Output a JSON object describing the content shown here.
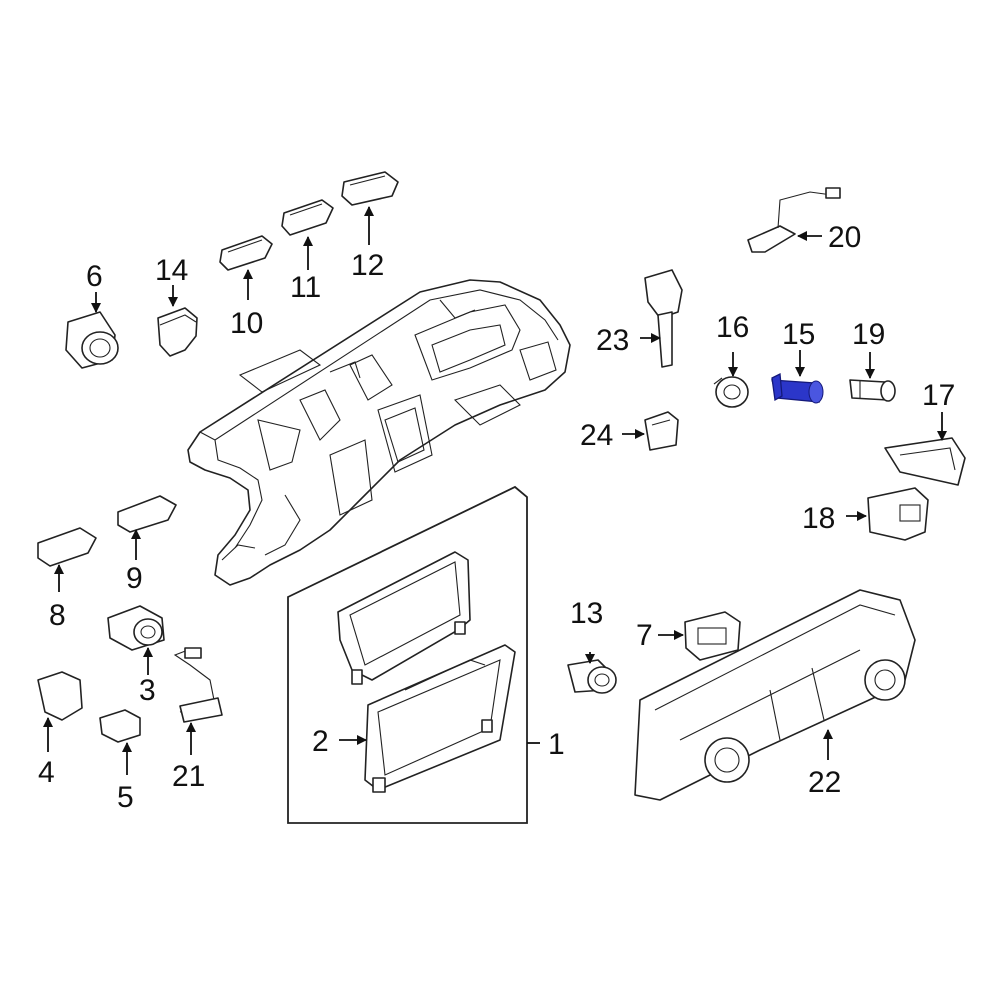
{
  "highlight_color": "#2b36c9",
  "callouts": {
    "c1": "1",
    "c2": "2",
    "c3": "3",
    "c4": "4",
    "c5": "5",
    "c6": "6",
    "c7": "7",
    "c8": "8",
    "c9": "9",
    "c10": "10",
    "c11": "11",
    "c12": "12",
    "c13": "13",
    "c14": "14",
    "c15": "15",
    "c16": "16",
    "c17": "17",
    "c18": "18",
    "c19": "19",
    "c20": "20",
    "c21": "21",
    "c22": "22",
    "c23": "23",
    "c24": "24"
  },
  "highlighted_part": "15"
}
